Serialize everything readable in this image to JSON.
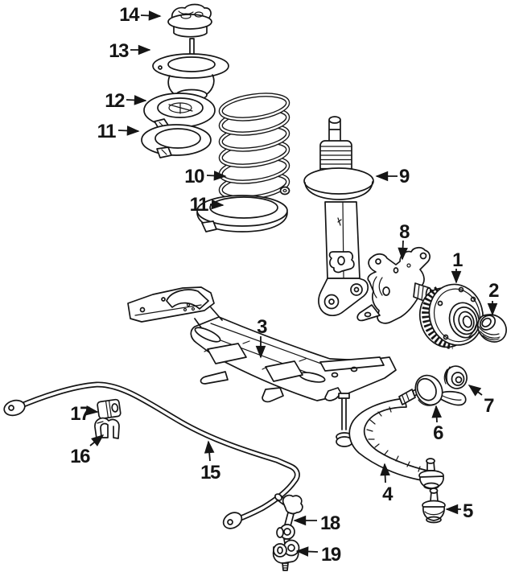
{
  "page": {
    "background": "#ffffff",
    "ink": "#151515"
  },
  "diagram": {
    "callouts": [
      {
        "number": "14"
      },
      {
        "number": "13"
      },
      {
        "number": "12"
      },
      {
        "number": "11"
      },
      {
        "number": "10"
      },
      {
        "number": "11"
      },
      {
        "number": "9"
      },
      {
        "number": "8"
      },
      {
        "number": "1"
      },
      {
        "number": "2"
      },
      {
        "number": "3"
      },
      {
        "number": "17"
      },
      {
        "number": "16"
      },
      {
        "number": "15"
      },
      {
        "number": "18"
      },
      {
        "number": "19"
      },
      {
        "number": "4"
      },
      {
        "number": "5"
      },
      {
        "number": "6"
      },
      {
        "number": "7"
      }
    ]
  }
}
